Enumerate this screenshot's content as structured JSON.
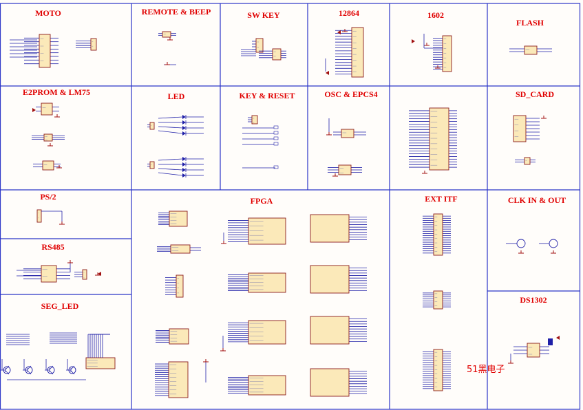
{
  "sections": [
    {
      "id": "moto",
      "title": "MOTO"
    },
    {
      "id": "remote-beep",
      "title": "REMOTE & BEEP"
    },
    {
      "id": "sw-key",
      "title": "SW KEY"
    },
    {
      "id": "lcd12864",
      "title": "12864"
    },
    {
      "id": "lcd1602",
      "title": "1602"
    },
    {
      "id": "flash",
      "title": "FLASH"
    },
    {
      "id": "e2prom-lm75",
      "title": "E2PROM & LM75"
    },
    {
      "id": "led",
      "title": "LED"
    },
    {
      "id": "key-reset",
      "title": "KEY & RESET"
    },
    {
      "id": "osc-epcs4",
      "title": "OSC & EPCS4"
    },
    {
      "id": "sd-card",
      "title": "SD_CARD"
    },
    {
      "id": "ps2",
      "title": "PS/2"
    },
    {
      "id": "fpga",
      "title": "FPGA"
    },
    {
      "id": "ext-itf",
      "title": "EXT ITF"
    },
    {
      "id": "clk-in-out",
      "title": "CLK IN & OUT"
    },
    {
      "id": "rs485",
      "title": "RS485"
    },
    {
      "id": "seg-led",
      "title": "SEG_LED"
    },
    {
      "id": "ds1302",
      "title": "DS1302"
    }
  ],
  "watermark": "51黑电子",
  "colors": {
    "grid": "#2b35c8",
    "title": "#e00000",
    "wire": "#1f1fa8",
    "component_fill": "#fbe9b9",
    "component_stroke": "#8a1a1a"
  }
}
